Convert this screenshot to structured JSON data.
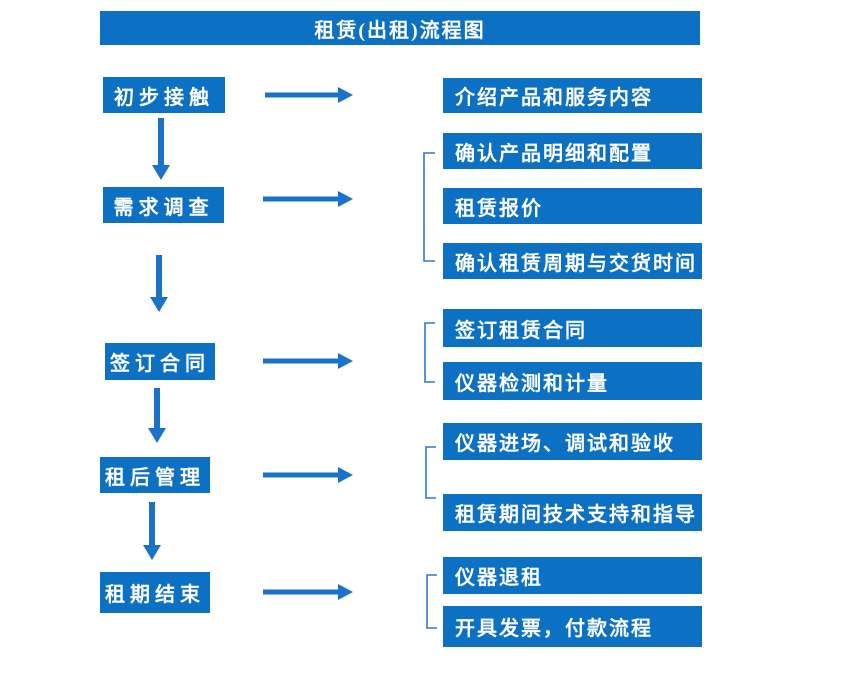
{
  "title": "租赁(出租)流程图",
  "colors": {
    "box_blue": "#0c71c3",
    "arrow_blue": "#1b72c9",
    "bracket_blue": "#2f79c3",
    "text_white": "#ffffff",
    "background": "#ffffff"
  },
  "left_steps": [
    {
      "label": "初步接触"
    },
    {
      "label": "需求调查"
    },
    {
      "label": "签订合同"
    },
    {
      "label": "租后管理"
    },
    {
      "label": "租期结束"
    }
  ],
  "right_groups": [
    {
      "bracket": false,
      "items": [
        "介绍产品和服务内容"
      ]
    },
    {
      "bracket": true,
      "items": [
        "确认产品明细和配置",
        "租赁报价",
        "确认租赁周期与交货时间"
      ]
    },
    {
      "bracket": true,
      "items": [
        "签订租赁合同",
        "仪器检测和计量"
      ]
    },
    {
      "bracket": true,
      "items": [
        "仪器进场、调试和验收",
        "租赁期间技术支持和指导"
      ]
    },
    {
      "bracket": true,
      "items": [
        "仪器退租",
        "开具发票，付款流程"
      ]
    }
  ]
}
